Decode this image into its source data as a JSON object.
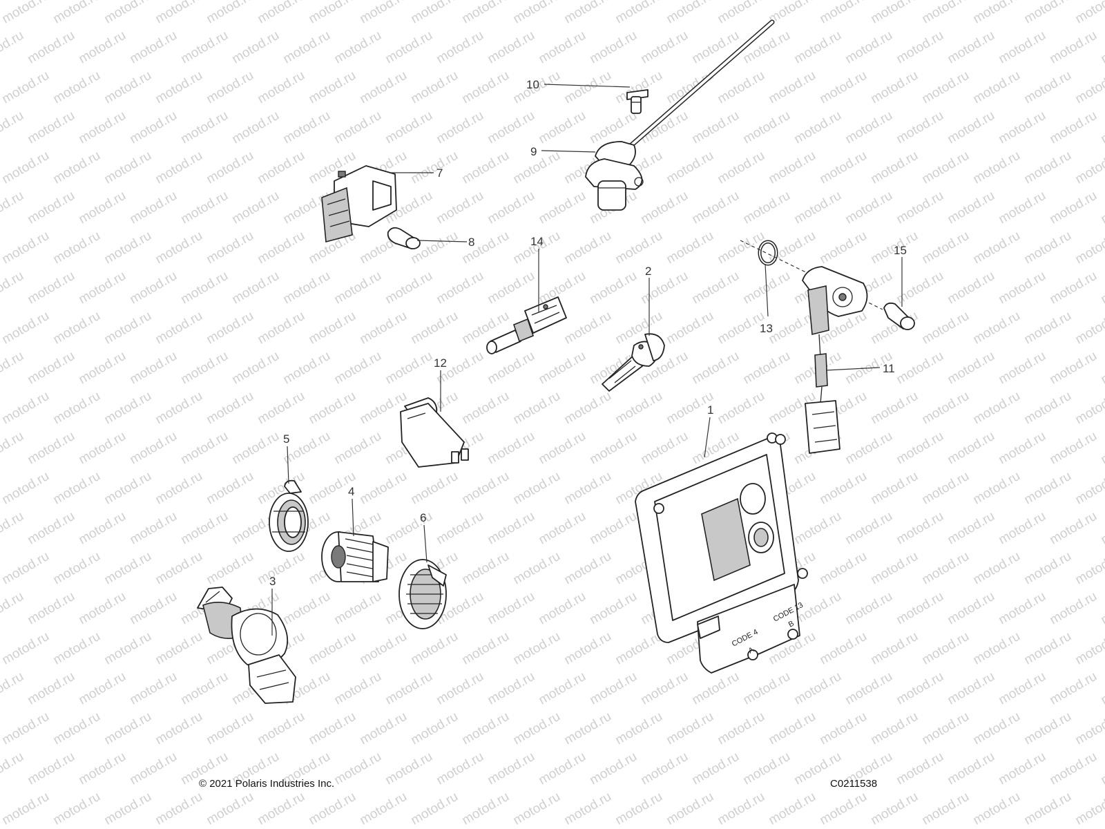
{
  "watermark": "motod.ru",
  "callouts": [
    "1",
    "2",
    "3",
    "4",
    "5",
    "6",
    "7",
    "8",
    "9",
    "10",
    "11",
    "12",
    "13",
    "14",
    "15"
  ],
  "footer": {
    "copyright": "© 2021 Polaris Industries Inc.",
    "figure_code": "C0211538"
  },
  "ecu_labels": {
    "code_a": "CODE 4",
    "letter_a": "A",
    "code_b": "CODE 13",
    "letter_b": "B"
  }
}
